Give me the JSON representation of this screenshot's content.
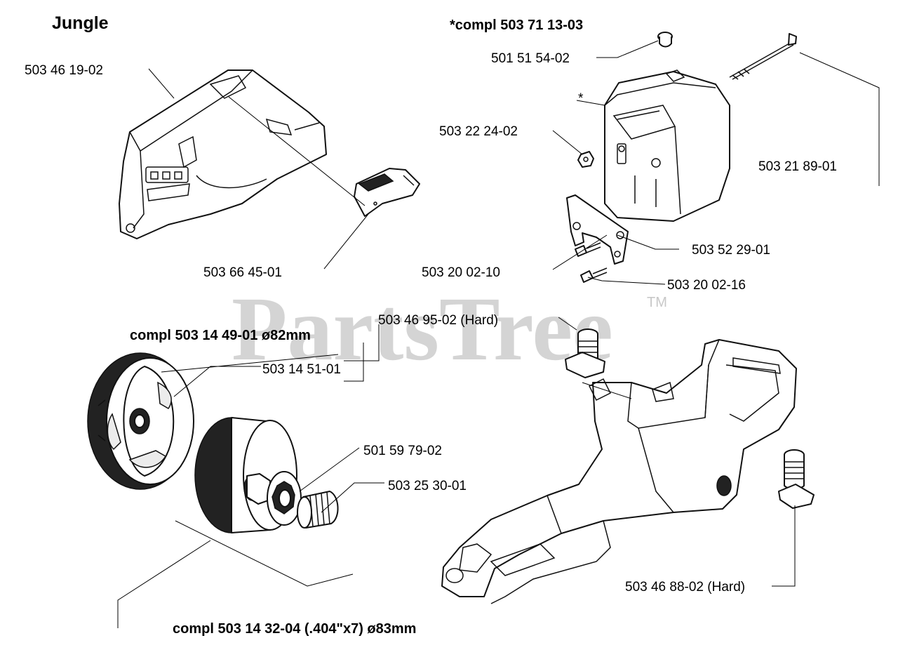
{
  "title": "Jungle",
  "watermark": {
    "text": "PartsTree",
    "trademark": "TM"
  },
  "assemblies": {
    "muffler": "*compl 503 71 13-03",
    "clutch": "compl 503 14 49-01 ø82mm",
    "drum": "compl 503 14 32-04 (.404\"x7) ø83mm"
  },
  "parts": {
    "p_503461902": "503 46 19-02",
    "p_503664501": "503 66 45-01",
    "p_501515402": "501 51 54-02",
    "p_503222402": "503 22 24-02",
    "p_503218901": "503 21 89-01",
    "p_503522901": "503 52 29-01",
    "p_503200210": "503 20 02-10",
    "p_503200216": "503 20 02-16",
    "p_503469502": "503 46 95-02 (Hard)",
    "p_503145101": "503 14 51-01",
    "p_501597902": "501 59 79-02",
    "p_503253001": "503 25 30-01",
    "p_503468802": "503 46 88-02 (Hard)"
  },
  "asterisk": "*"
}
